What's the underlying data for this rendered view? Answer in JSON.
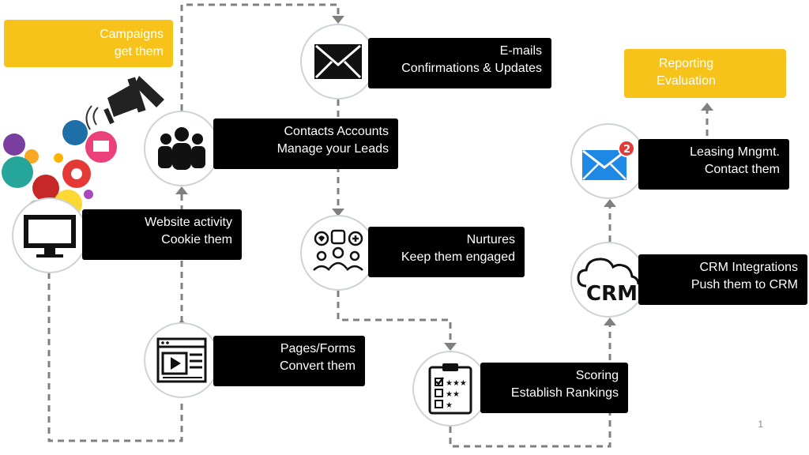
{
  "colors": {
    "label_bg": "#000000",
    "accent": "#f7c31a",
    "dashed_line": "#808080",
    "email_blue": "#1e88e5",
    "badge_red": "#e53935"
  },
  "campaigns": {
    "line1": "Campaigns",
    "line2": "get them"
  },
  "reporting": {
    "line1": "Reporting",
    "line2": "Evaluation"
  },
  "steps": {
    "website": {
      "line1": "Website activity",
      "line2": "Cookie them",
      "icon": "monitor-icon"
    },
    "pages": {
      "line1": "Pages/Forms",
      "line2": "Convert them",
      "icon": "webpage-video-icon"
    },
    "contacts": {
      "line1": "Contacts Accounts",
      "line2": "Manage your Leads",
      "icon": "people-group-icon"
    },
    "emails": {
      "line1": "E-mails",
      "line2": "Confirmations & Updates",
      "icon": "envelope-icon"
    },
    "nurtures": {
      "line1": "Nurtures",
      "line2": "Keep them engaged",
      "icon": "community-icon"
    },
    "scoring": {
      "line1": "Scoring",
      "line2": "Establish Rankings",
      "icon": "clipboard-rating-icon"
    },
    "crm": {
      "line1": "CRM Integrations",
      "line2": "Push them to CRM",
      "icon": "cloud-crm-icon",
      "logo_text": "CRM"
    },
    "leasing": {
      "line1": "Leasing Mngmt.",
      "line2": "Contact them",
      "icon": "mail-notification-icon",
      "badge": "2"
    }
  },
  "page_number": "1"
}
